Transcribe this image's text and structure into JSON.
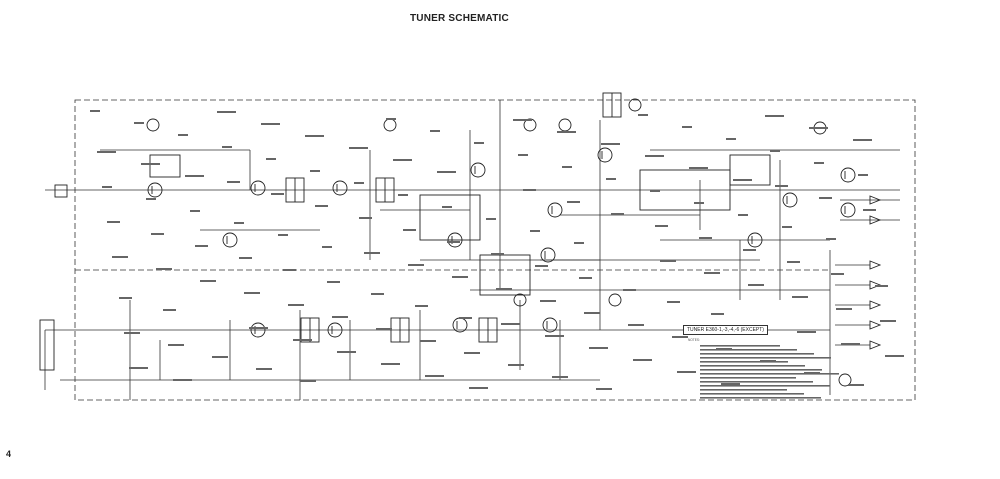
{
  "header": {
    "title": "TUNER SCHEMATIC"
  },
  "footer": {
    "page_number": "4"
  },
  "schematic": {
    "model_box_label": "TUNER E360-1,-3,-4,-6 (EXCEPT)",
    "notes_heading": "NOTES:"
  }
}
